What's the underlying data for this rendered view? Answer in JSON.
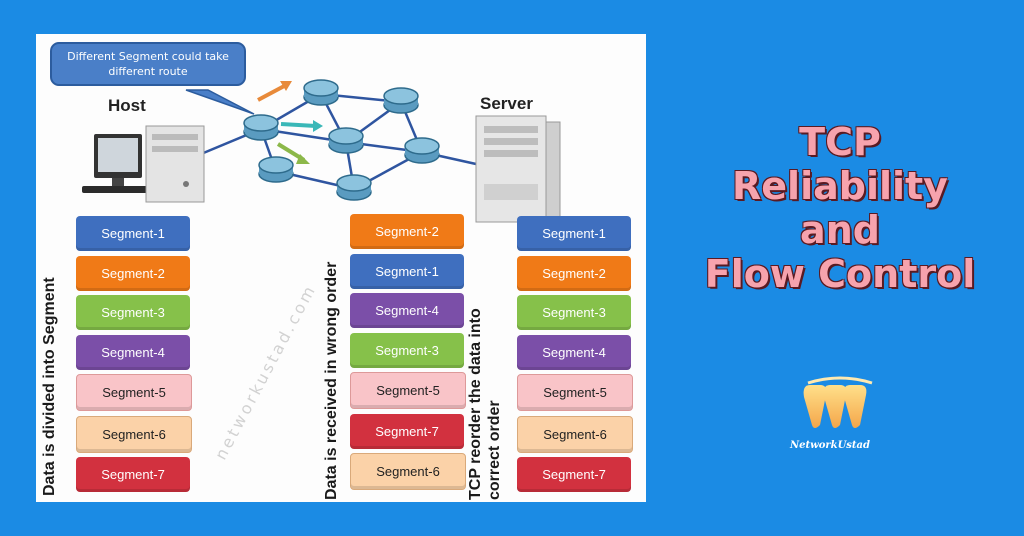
{
  "diagram": {
    "callout": "Different Segment could take different route",
    "host_label": "Host",
    "server_label": "Server",
    "watermark": "networkustad.com",
    "left_caption": "Data is divided into Segment",
    "middle_caption": "Data is received in wrong order",
    "right_caption_line1": "TCP reorder the data into",
    "right_caption_line2": "correct order",
    "sent_segments": [
      "Segment-1",
      "Segment-2",
      "Segment-3",
      "Segment-4",
      "Segment-5",
      "Segment-6",
      "Segment-7"
    ],
    "received_segments": [
      "Segment-2",
      "Segment-1",
      "Segment-4",
      "Segment-3",
      "Segment-5",
      "Segment-7",
      "Segment-6"
    ],
    "reordered_segments": [
      "Segment-1",
      "Segment-2",
      "Segment-3",
      "Segment-4",
      "Segment-5",
      "Segment-6",
      "Segment-7"
    ]
  },
  "title": {
    "line1": "TCP",
    "line2": "Reliability",
    "line3": "and",
    "line4": "Flow Control"
  },
  "brand": {
    "name": "NetworkUstad",
    "logo_icon": "networkustad-logo-icon"
  },
  "colors": {
    "background": "#1b8be4",
    "title": "#f7a3ad",
    "segment-1": "#3f6fbf",
    "segment-2": "#f07a17",
    "segment-3": "#86c14a",
    "segment-4": "#7b4fa8",
    "segment-5": "#f9c4c8",
    "segment-6": "#fbd2a8",
    "segment-7": "#d2313f"
  }
}
